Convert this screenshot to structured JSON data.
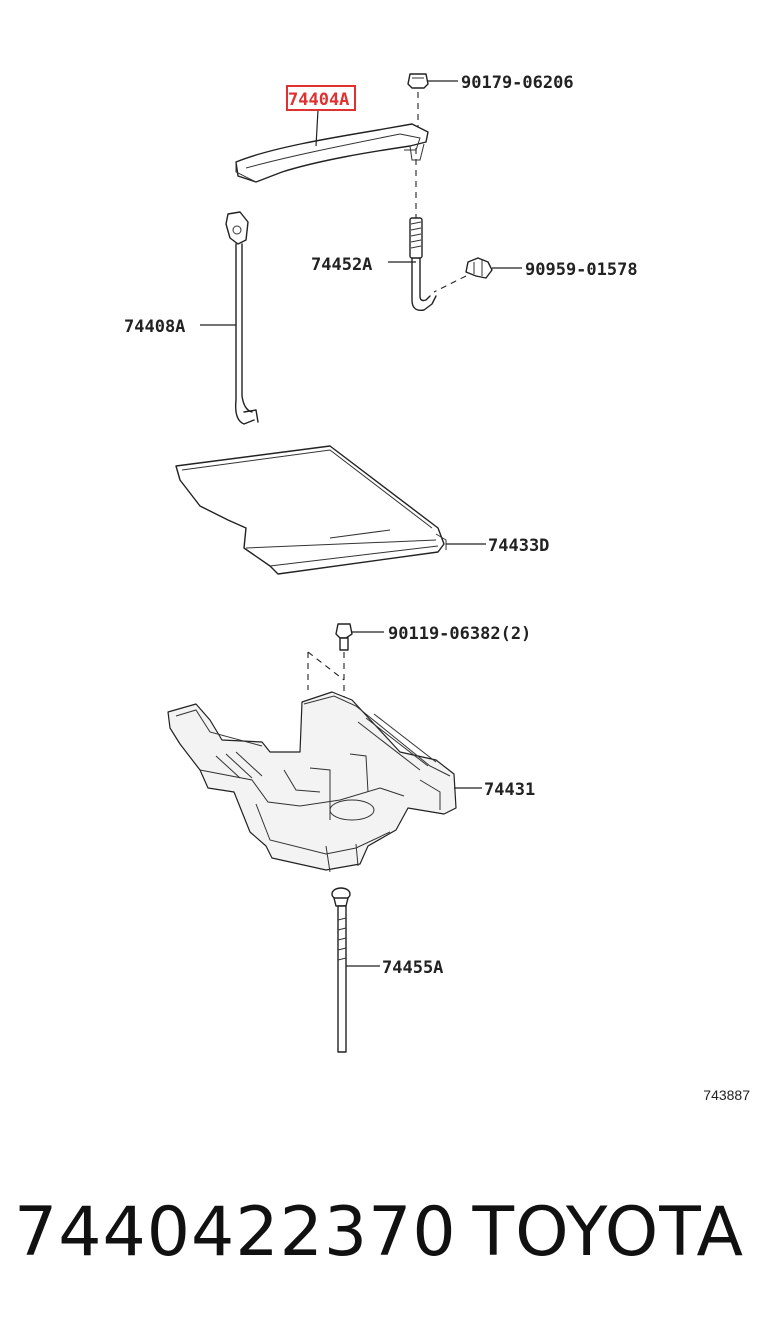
{
  "diagram": {
    "highlight_color": "#e03030",
    "highlighted_label": "74404A",
    "callouts": [
      {
        "id": "bracket",
        "text": "74404A",
        "highlighted": true
      },
      {
        "id": "nut",
        "text": "90179-06206"
      },
      {
        "id": "rod-hook",
        "text": "74452A"
      },
      {
        "id": "clamp",
        "text": "90959-01578"
      },
      {
        "id": "rod-left",
        "text": "74408A"
      },
      {
        "id": "insulator",
        "text": "74433D"
      },
      {
        "id": "bolt",
        "text": "90119-06382(2)"
      },
      {
        "id": "tray",
        "text": "74431"
      },
      {
        "id": "stud",
        "text": "74455A"
      }
    ],
    "figure_code": "743887"
  },
  "footer": {
    "part_number": "7440422370",
    "brand": "TOYOTA"
  }
}
